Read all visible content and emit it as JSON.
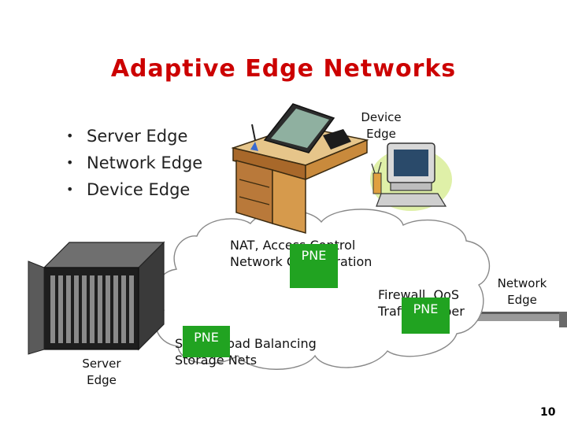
{
  "slide": {
    "title": "Adaptive Edge Networks",
    "bullets": [
      "Server Edge",
      "Network Edge",
      "Device Edge"
    ],
    "labels": {
      "device_edge": [
        "Device",
        "Edge"
      ],
      "network_edge": [
        "Network",
        "Edge"
      ],
      "server_edge": [
        "Server",
        "Edge"
      ]
    },
    "cloud_text": {
      "nat_line1": "NAT, Access Control",
      "nat_line2": "Network Configuration",
      "fw_line1": "Firewall, QoS",
      "fw_line2": "Traffic Shaper",
      "slb_line1": "Server Load Balancing",
      "slb_line2": "Storage Nets"
    },
    "pne_label": "PNE",
    "page_number": "10"
  },
  "colors": {
    "title": "#cc0000",
    "pne": "#21a321",
    "cloud_stroke": "#888888"
  }
}
